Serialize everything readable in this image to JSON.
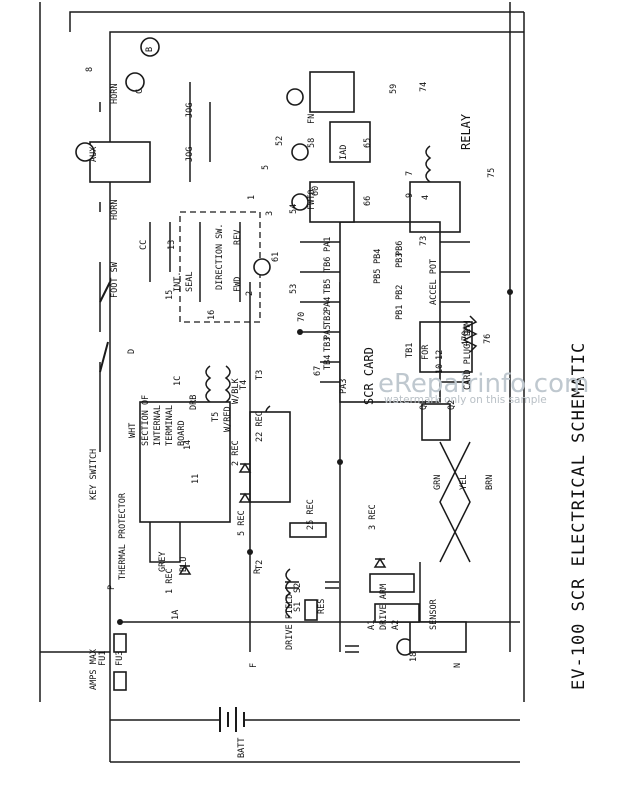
{
  "title": "EV-100 SCR ELECTRICAL SCHEMATIC",
  "watermark": {
    "main": "eRepairinfo.com",
    "sub": "watermark only on this sample"
  },
  "components": {
    "scr_card": "SCR CARD",
    "card_plug": "CARD PLUG \"2\"",
    "thermal_protector": "THERMAL PROTECTOR",
    "key_switch": "KEY SWITCH",
    "foot_sw": "FOOT SW",
    "relay": "RELAY",
    "horn_upper": "HORN",
    "horn_lower": "HORN",
    "aux": "AUX",
    "jog_upper": "JOG",
    "jog_lower": "JOG",
    "direction_sw": "DIRECTION SW.",
    "fwd": "FWD",
    "rev_sw": "REV",
    "accel_pot": "ACCEL POT",
    "sensor": "SENSOR",
    "drive_field": "DRIVE FIELD",
    "drive_arm": "DRIVE ARM",
    "batt": "BATT",
    "amps_max": "AMPS MAX",
    "fu1": "FU1",
    "fu3": "FU3",
    "s1": "S1",
    "s2": "S2",
    "a1": "A1",
    "a2": "A2",
    "res": "RES",
    "section_of_internal_terminal_board": [
      "SECTION OF",
      "INTERNAL",
      "TERMINAL",
      "BOARD"
    ],
    "cc": "CC",
    "int": "INT.",
    "seal": "SEAL"
  },
  "rec_labels": [
    "1 REC",
    "2 REC",
    "3 REC",
    "5 REC",
    "22 REC",
    "25 REC"
  ],
  "wire_colors": [
    "GREY",
    "BLU",
    "W/RED",
    "W/BLK",
    "WHT",
    "DRB",
    "GRN",
    "YEL",
    "BRN"
  ],
  "misc_labels": [
    "1A",
    "1C",
    "TB1",
    "TB2",
    "TB3",
    "TB4",
    "TB5",
    "TB6",
    "PA1",
    "PA3",
    "PA4",
    "PA5",
    "PB1",
    "PB2",
    "PB3",
    "PB4",
    "PB5",
    "PB6",
    "P",
    "N",
    "F",
    "R",
    "T2",
    "T3",
    "T4",
    "T5",
    "Q1",
    "Q2",
    "FOR",
    "DHM",
    "FN",
    "IAD",
    "FWTO",
    "4",
    "B",
    "C",
    "D"
  ],
  "wire_numbers": [
    "8",
    "9",
    "7",
    "2",
    "3",
    "52",
    "53",
    "54",
    "58",
    "59",
    "60",
    "61",
    "65",
    "66",
    "67",
    "70",
    "73",
    "74",
    "75",
    "76",
    "12",
    "10",
    "13",
    "14",
    "16",
    "15",
    "1",
    "5",
    "11",
    "18",
    "470"
  ]
}
